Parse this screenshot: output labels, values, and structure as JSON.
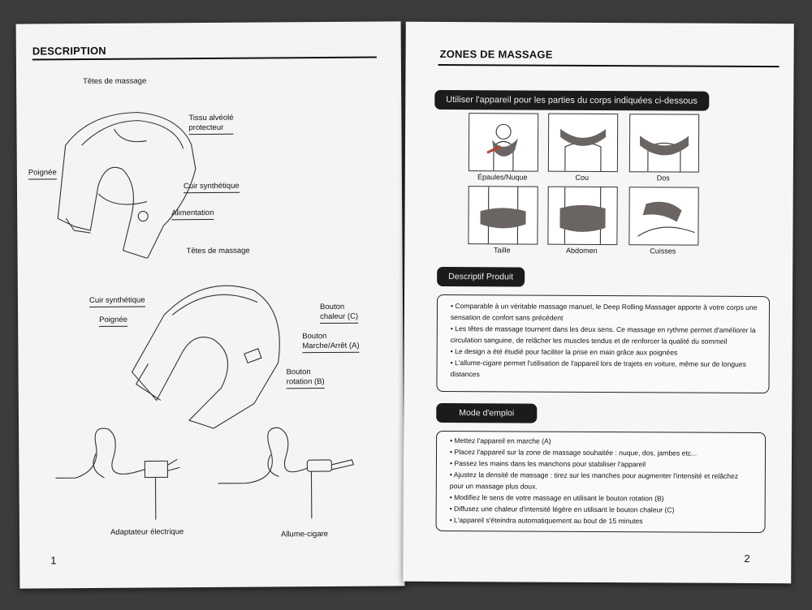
{
  "left": {
    "title": "DESCRIPTION",
    "labels": {
      "tetes1": "Têtes de massage",
      "tissu": "Tissu alvéolé\nprotecteur",
      "poignee1": "Poignée",
      "cuir1": "Cuir synthétique",
      "alim": "Alimentation",
      "tetes2": "Têtes de massage",
      "cuir2": "Cuir synthétique",
      "poignee2": "Poignée",
      "chaleur": "Bouton\nchaleur (C)",
      "marche": "Bouton\nMarche/Arrêt (A)",
      "rotation": "Bouton\nrotation (B)",
      "adaptateur": "Adaptateur électrique",
      "allume": "Allume-cigare"
    },
    "page_number": "1"
  },
  "right": {
    "title": "ZONES DE MASSAGE",
    "intro": "Utiliser l'appareil pour les parties du corps indiquées ci-dessous",
    "zones": [
      "Épaules/Nuque",
      "Cou",
      "Dos",
      "Taille",
      "Abdomen",
      "Cuisses"
    ],
    "descriptif": {
      "heading": "Descriptif Produit",
      "items": [
        "• Comparable à un véritable massage manuel, le Deep Rolling Massager apporte à votre corps une sensation de confort sans précédent",
        "• Les têtes de massage tournent dans les deux sens. Ce massage en rythme permet d'améliorer la circulation sanguine, de relâcher les muscles tendus et de renforcer la qualité du sommeil",
        "• Le design a été étudié pour faciliter la prise en main grâce aux poignées",
        "• L'allume-cigare permet l'utilisation de l'appareil lors de trajets en voiture, même sur de longues distances"
      ]
    },
    "mode": {
      "heading": "Mode d'emploi",
      "items": [
        "• Mettez l'appareil en marche (A)",
        "• Placez l'appareil sur la zone de massage souhaitée : nuque, dos, jambes etc...",
        "• Passez les mains dans les manchons pour stabiliser l'appareil",
        "• Ajustez la densité de massage : tirez sur les manches pour augmenter l'intensité et relâchez pour un massage plus doux.",
        "• Modifiez le sens de votre massage en utilisant le bouton rotation (B)",
        "• Diffusez une chaleur d'intensité légère en utilisant le bouton chaleur (C)",
        "• L'appareil s'éteindra automatiquement au bout de 15 minutes"
      ]
    },
    "page_number": "2"
  },
  "colors": {
    "background": "#3b3c3d",
    "paper": "#f4f4f2",
    "pill": "#1b1b1b",
    "massager": "#6a6562",
    "accent_red": "#b5452c"
  }
}
